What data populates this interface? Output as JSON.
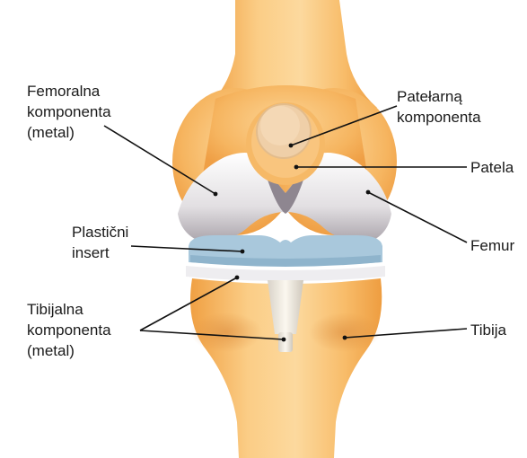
{
  "labels": {
    "femoral": [
      "Femoralna",
      "komponenta",
      "(metal)"
    ],
    "patellar": [
      "Patełarną",
      "komponenta"
    ],
    "patela": "Patela",
    "femur": "Femur",
    "plastic": [
      "Plastični",
      "insert"
    ],
    "tibial": [
      "Tibijalna",
      "komponenta",
      "(metal)"
    ],
    "tibija": "Tibija"
  },
  "colors": {
    "bone": "#f7b45a",
    "bone_light": "#fcd494",
    "metal": "#e6e4e6",
    "plastic": "#a9c8dc",
    "leader": "#111111"
  }
}
